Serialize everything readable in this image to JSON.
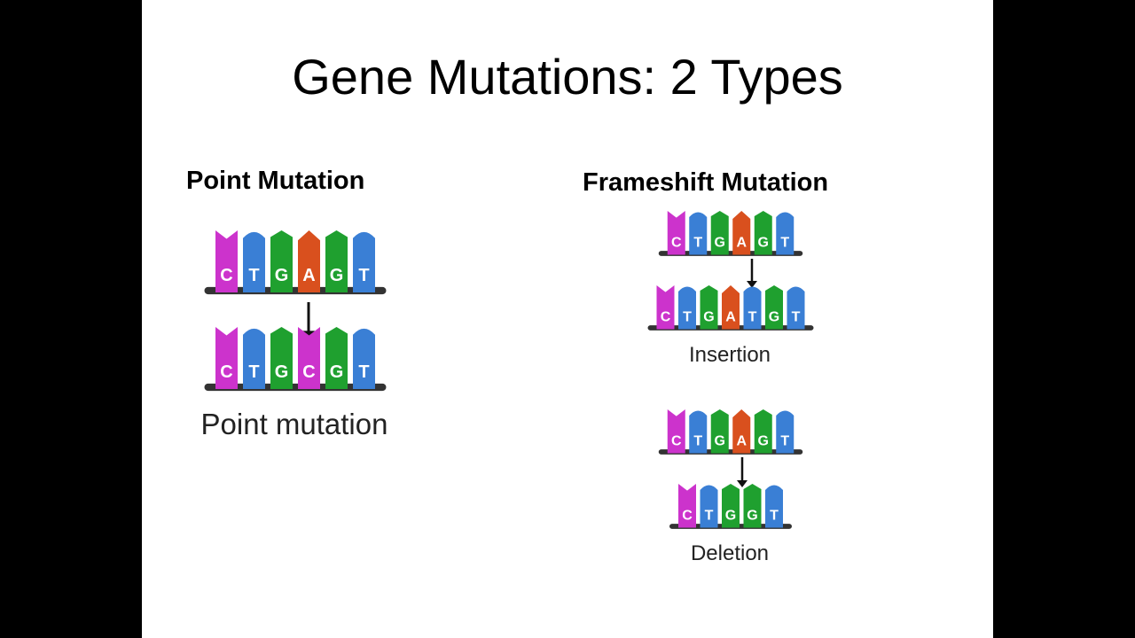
{
  "title": "Gene Mutations: 2 Types",
  "colors": {
    "C": "#cc33cc",
    "T": "#3a7fd5",
    "G": "#1fa02f",
    "A": "#d9501e",
    "backbone": "#333333"
  },
  "point_mutation": {
    "heading": "Point Mutation",
    "original": [
      "C",
      "T",
      "G",
      "A",
      "G",
      "T"
    ],
    "mutated": [
      "C",
      "T",
      "G",
      "C",
      "G",
      "T"
    ],
    "caption": "Point mutation"
  },
  "frameshift_mutation": {
    "heading": "Frameshift Mutation",
    "insertion": {
      "original": [
        "C",
        "T",
        "G",
        "A",
        "G",
        "T"
      ],
      "mutated": [
        "C",
        "T",
        "G",
        "A",
        "T",
        "G",
        "T"
      ],
      "caption": "Insertion"
    },
    "deletion": {
      "original": [
        "C",
        "T",
        "G",
        "A",
        "G",
        "T"
      ],
      "mutated": [
        "C",
        "T",
        "G",
        "G",
        "T"
      ],
      "caption": "Deletion"
    }
  }
}
